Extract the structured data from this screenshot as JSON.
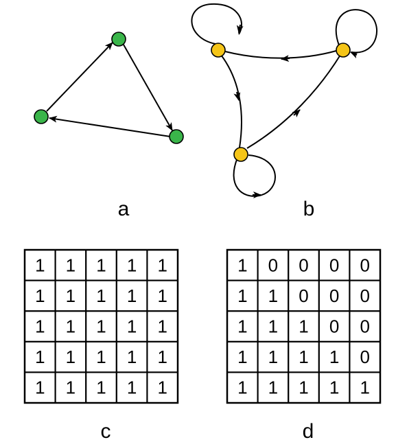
{
  "colors": {
    "green_node": "#3ab54a",
    "yellow_node": "#f5c518",
    "line": "#000000",
    "background": "#ffffff"
  },
  "panels": {
    "a": {
      "label": "a"
    },
    "b": {
      "label": "b"
    },
    "c": {
      "label": "c"
    },
    "d": {
      "label": "d"
    }
  },
  "matrices": {
    "c": [
      [
        "1",
        "1",
        "1",
        "1",
        "1"
      ],
      [
        "1",
        "1",
        "1",
        "1",
        "1"
      ],
      [
        "1",
        "1",
        "1",
        "1",
        "1"
      ],
      [
        "1",
        "1",
        "1",
        "1",
        "1"
      ],
      [
        "1",
        "1",
        "1",
        "1",
        "1"
      ]
    ],
    "d": [
      [
        "1",
        "0",
        "0",
        "0",
        "0"
      ],
      [
        "1",
        "1",
        "0",
        "0",
        "0"
      ],
      [
        "1",
        "1",
        "1",
        "0",
        "0"
      ],
      [
        "1",
        "1",
        "1",
        "1",
        "0"
      ],
      [
        "1",
        "1",
        "1",
        "1",
        "1"
      ]
    ]
  }
}
